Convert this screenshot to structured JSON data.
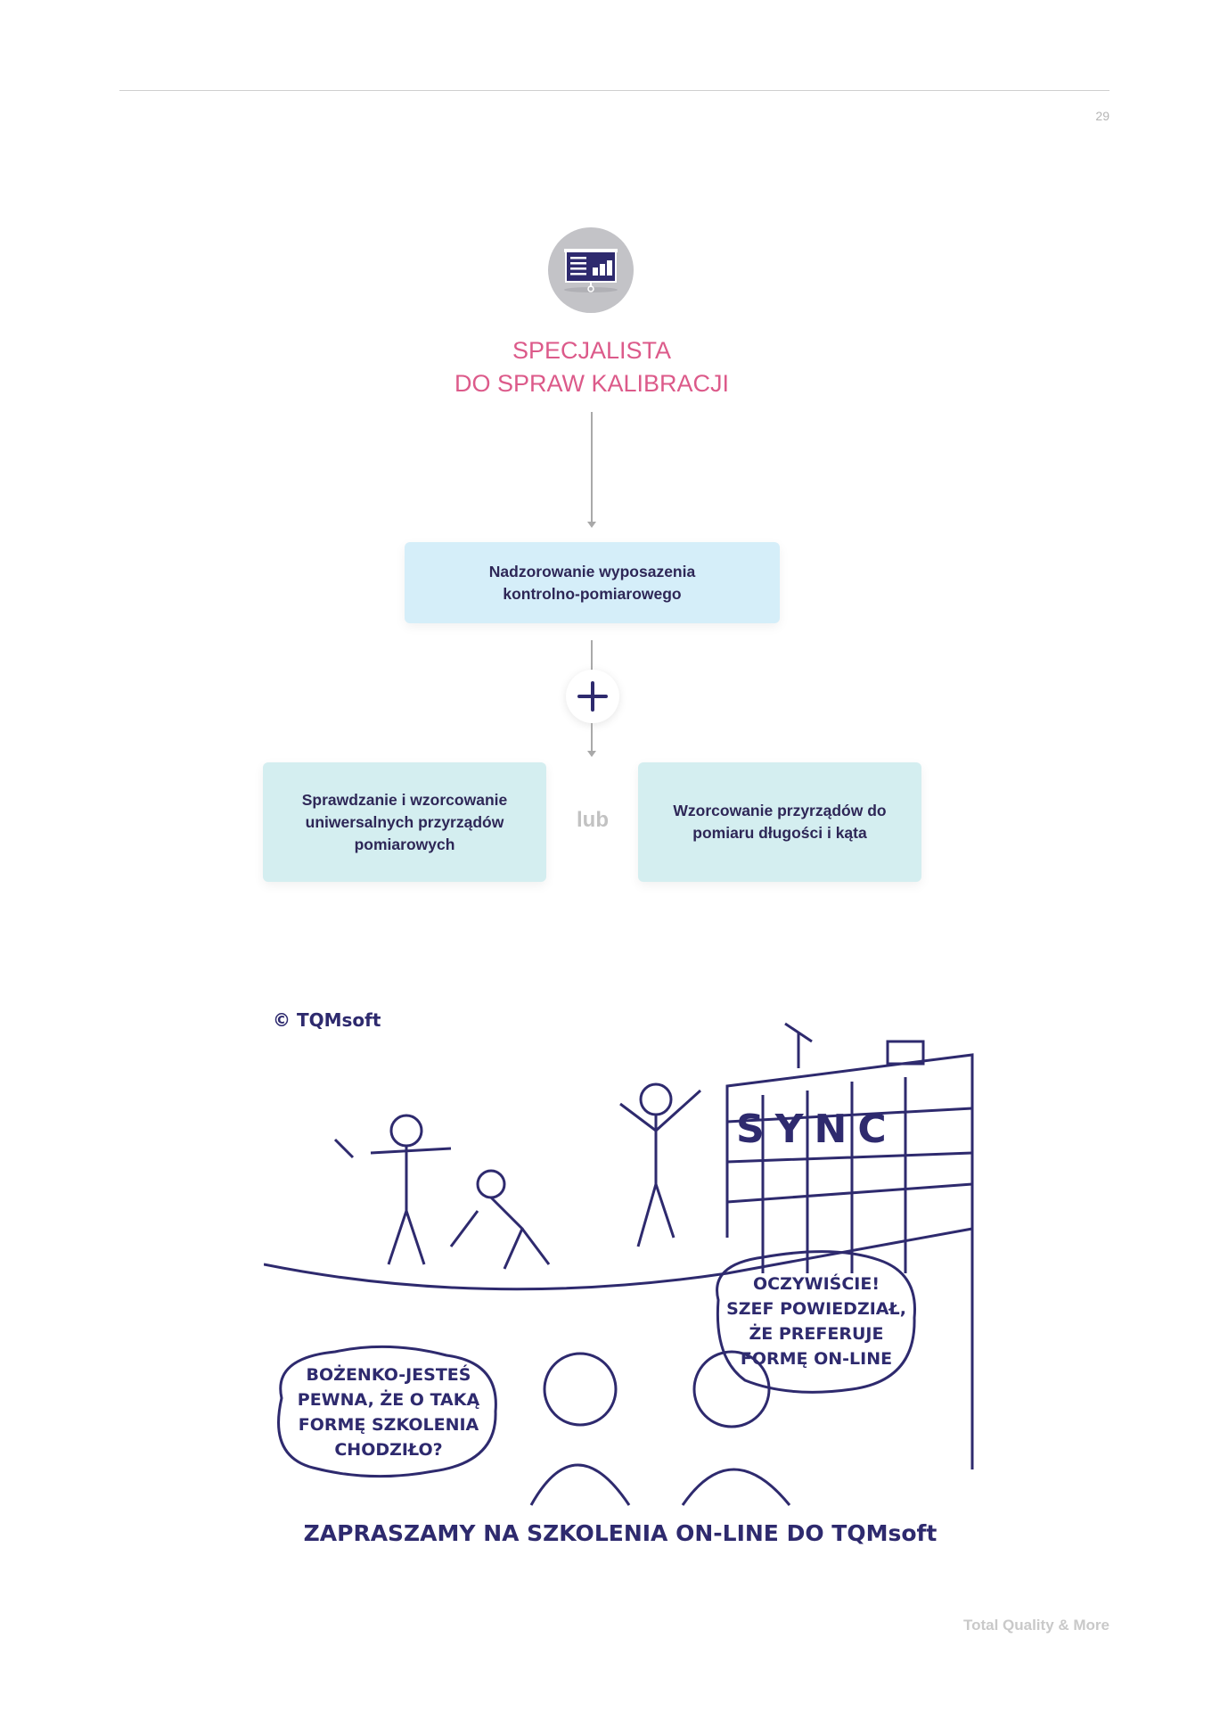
{
  "header": {
    "page_number": "29"
  },
  "role": {
    "icon": "presentation-board-icon",
    "title_line1": "SPECJALISTA",
    "title_line2": "DO SPRAW KALIBRACJI"
  },
  "flow": {
    "main_box": "Nadzorowanie wyposazenia kontrolno-pomiarowego",
    "plus_icon": "plus-icon",
    "option_left": "Sprawdzanie i wzorcowanie uniwersalnych przyrządów pomiarowych",
    "or_label": "lub",
    "option_right": "Wzorcowanie przyrządów do pomiaru długości i kąta"
  },
  "cartoon": {
    "copyright": "© TQMsoft",
    "building_sign": "SYNC",
    "bubble_right": [
      "OCZYWIŚCIE!",
      "SZEF POWIEDZIAŁ,",
      "ŻE PREFERUJE",
      "FORMĘ ON-LINE"
    ],
    "bubble_left": [
      "BOŻENKO-JESTEŚ",
      "PEWNA, ŻE O TAKĄ",
      "FORMĘ SZKOLENIA",
      "CHODZIŁO?"
    ],
    "caption": "ZAPRASZAMY NA SZKOLENIA ON-LINE DO TQMsoft"
  },
  "footer": {
    "tagline": "Total Quality & More"
  },
  "colors": {
    "accent": "#dc5a8a",
    "ink": "#2e2757",
    "box_blue": "#d5eef9",
    "box_teal": "#d4eef0"
  }
}
